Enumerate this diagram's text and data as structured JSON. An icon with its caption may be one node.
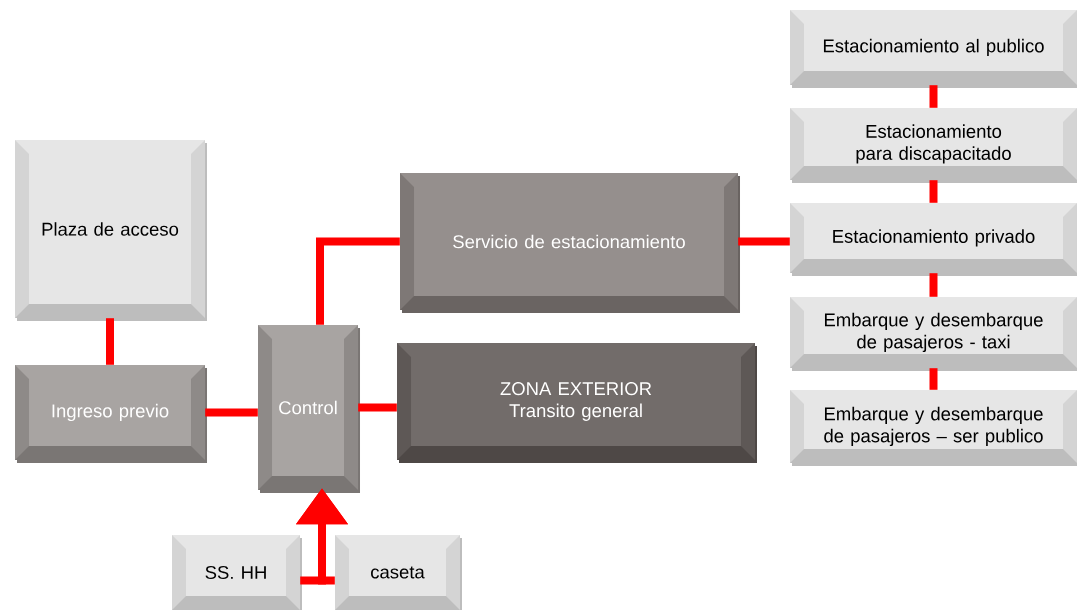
{
  "diagram": {
    "nodes": [
      {
        "text": [
          "Plaza de acceso"
        ]
      },
      {
        "text": [
          "Ingreso previo"
        ]
      },
      {
        "text": [
          "Control"
        ]
      },
      {
        "text": [
          "Servicio de estacionamiento"
        ]
      },
      {
        "text": [
          "ZONA EXTERIOR",
          "Transito general"
        ]
      },
      {
        "text": [
          "Estacionamiento al publico"
        ]
      },
      {
        "text": [
          "Estacionamiento para discapacitado"
        ]
      },
      {
        "text": [
          "Estacionamiento privado"
        ]
      },
      {
        "text": [
          "Embarque y desembarque de pasajeros - taxi"
        ]
      },
      {
        "text": [
          "Embarque y desembarque de pasajeros – ser publico"
        ]
      },
      {
        "text": [
          "SS. HH"
        ]
      },
      {
        "text": [
          "caseta"
        ]
      }
    ],
    "edges": [
      {
        "from": 0,
        "to": 1,
        "arrow": "none"
      },
      {
        "from": 1,
        "to": 2,
        "arrow": "none"
      },
      {
        "from": 2,
        "to": 3,
        "arrow": "none"
      },
      {
        "from": 2,
        "to": 4,
        "arrow": "none"
      },
      {
        "from": 3,
        "to": 7,
        "arrow": "none"
      },
      {
        "from": 5,
        "to": 6,
        "arrow": "none"
      },
      {
        "from": 6,
        "to": 7,
        "arrow": "none"
      },
      {
        "from": 7,
        "to": 8,
        "arrow": "none"
      },
      {
        "from": 8,
        "to": 9,
        "arrow": "none"
      },
      {
        "from": 10,
        "to": 2,
        "arrow": "to"
      },
      {
        "from": 11,
        "to": 2,
        "arrow": "to"
      }
    ]
  }
}
